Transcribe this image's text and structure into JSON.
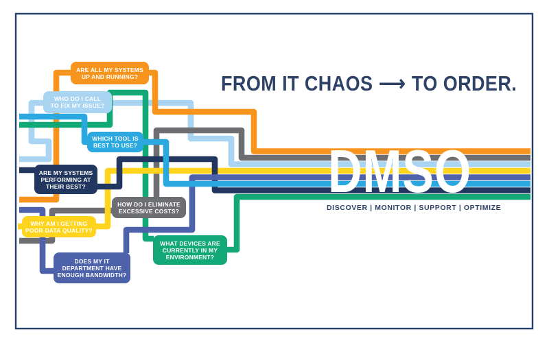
{
  "frame": {
    "background": "#FFFFFF",
    "border_color": "#23406B"
  },
  "headline": {
    "left": "FROM IT CHAOS",
    "arrow": "⟶",
    "right": "TO ORDER."
  },
  "brand": {
    "name": "DMSO",
    "tagline": "DISCOVER | MONITOR | SUPPORT | OPTIMIZE",
    "name_color": "#FFFFFF",
    "tagline_color": "#2E4166"
  },
  "questions": [
    {
      "id": "systems-up",
      "text": "ARE ALL MY SYSTEMS\nUP AND RUNNING?",
      "color": "#F7941E"
    },
    {
      "id": "who-to-call",
      "text": "WHO DO I CALL\nTO FIX MY ISSUE?",
      "color": "#A9D5F2"
    },
    {
      "id": "which-tool",
      "text": "WHICH TOOL IS\nBEST TO USE?",
      "color": "#2BA8E0"
    },
    {
      "id": "systems-performing",
      "text": "ARE MY SYSTEMS\nPERFORMING AT\nTHEIR BEST?",
      "color": "#21375F"
    },
    {
      "id": "eliminate-costs",
      "text": "HOW DO I ELIMINATE\nEXCESSIVE COSTS?",
      "color": "#6D6E71"
    },
    {
      "id": "data-quality",
      "text": "WHY AM I GETTING\nPOOR DATA QUALITY?",
      "color": "#FFD41E"
    },
    {
      "id": "devices-environment",
      "text": "WHAT DEVICES ARE\nCURRENTLY IN MY\nENVIRONMENT?",
      "color": "#13A878"
    },
    {
      "id": "it-bandwidth",
      "text": "DOES MY IT\nDEPARTMENT HAVE\nENOUGH BANDWIDTH?",
      "color": "#4E61AB"
    }
  ],
  "stripes": {
    "order_top_to_bottom": [
      "systems-up",
      "eliminate-costs",
      "who-to-call",
      "data-quality",
      "it-bandwidth",
      "which-tool",
      "systems-performing",
      "devices-environment"
    ]
  }
}
